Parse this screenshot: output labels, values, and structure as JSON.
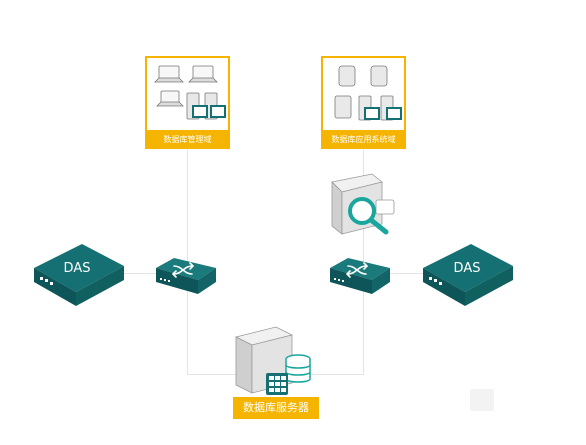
{
  "zones": {
    "management": {
      "label": "数据库管理域"
    },
    "application": {
      "label": "数据库应用系统域"
    }
  },
  "storage": {
    "left": {
      "label": "DAS"
    },
    "right": {
      "label": "DAS"
    }
  },
  "server": {
    "label": "数据库服务器"
  },
  "colors": {
    "teal": "#157073",
    "teal_dark": "#0d5558",
    "accent_orange": "#f5b400",
    "line": "#e4e4e4"
  },
  "icons": {
    "switch": "network-switch-icon",
    "audit": "magnifier-monitor-icon",
    "das": "das-storage-icon",
    "server": "database-server-icon"
  }
}
